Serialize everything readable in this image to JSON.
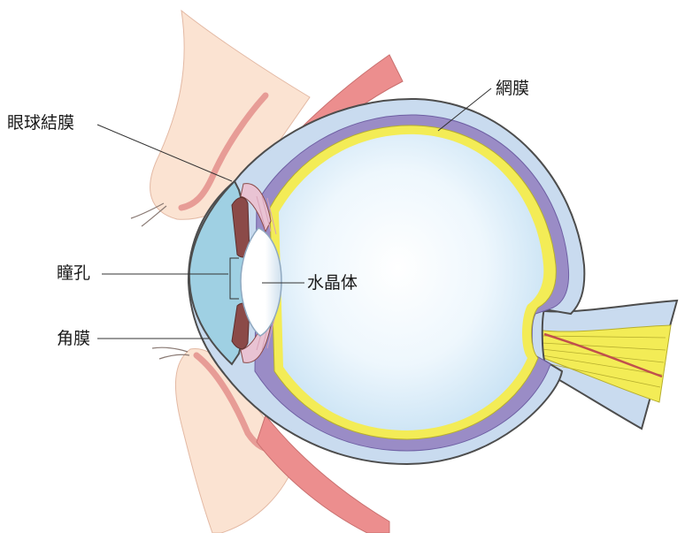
{
  "labels": {
    "conjunctiva": "眼球結膜",
    "retina": "網膜",
    "pupil": "瞳孔",
    "lens": "水晶体",
    "cornea": "角膜"
  },
  "colors": {
    "skin": "#fbe3d2",
    "skin_edge": "#e79c96",
    "eyelid_muscle": "#ec8e8e",
    "sclera": "#c9dbef",
    "outline": "#4d4d4d",
    "choroid": "#9a8cc6",
    "retina_yellow": "#f3ec56",
    "vitreous_center": "#ffffff",
    "vitreous_edge": "#c8e2f4",
    "cornea_chamber": "#9fd0e3",
    "iris": "#8b4a48",
    "ciliary": "#e9c3d3",
    "optic_nerve": "#f3ec56",
    "central_vessel": "#c0504d"
  },
  "icons": {
    "eye": "eye-cross-section-icon"
  }
}
